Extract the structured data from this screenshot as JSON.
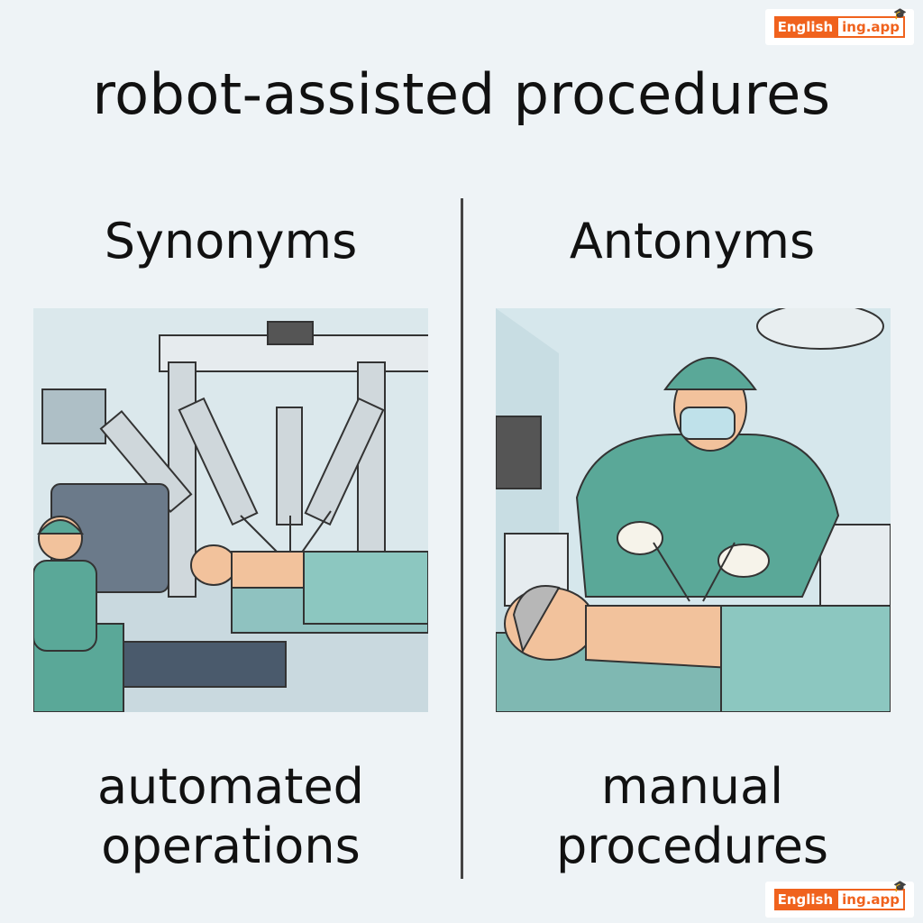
{
  "title": "robot-assisted procedures",
  "logo": {
    "part1": "English",
    "part2": "ing.app"
  },
  "synonyms": {
    "heading": "Synonyms",
    "caption_line1": "automated",
    "caption_line2": "operations"
  },
  "antonyms": {
    "heading": "Antonyms",
    "caption_line1": "manual",
    "caption_line2": "procedures"
  },
  "colors": {
    "accent": "#f0621d",
    "scrubs": "#5aa898",
    "background": "#eef3f6"
  }
}
